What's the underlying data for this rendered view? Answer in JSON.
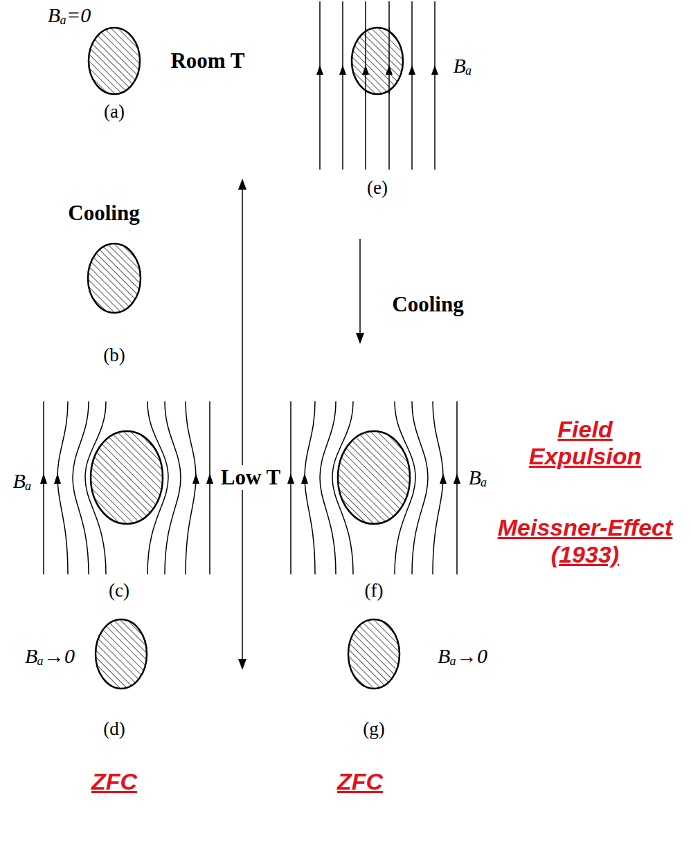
{
  "diagram": {
    "labels": [
      "Bₐ=0",
      "Room T",
      "(a)",
      "Bₐ",
      "(e)",
      "Cooling",
      "(b)",
      "Cooling",
      "Bₐ",
      "Low T",
      "Bₐ",
      "Field Expulsion",
      "(c)",
      "(f)",
      "Meissner-Effect (1933)",
      "Bₐ→0",
      "Bₐ→0",
      "(d)",
      "(g)",
      "ZFC",
      "ZFC"
    ]
  }
}
